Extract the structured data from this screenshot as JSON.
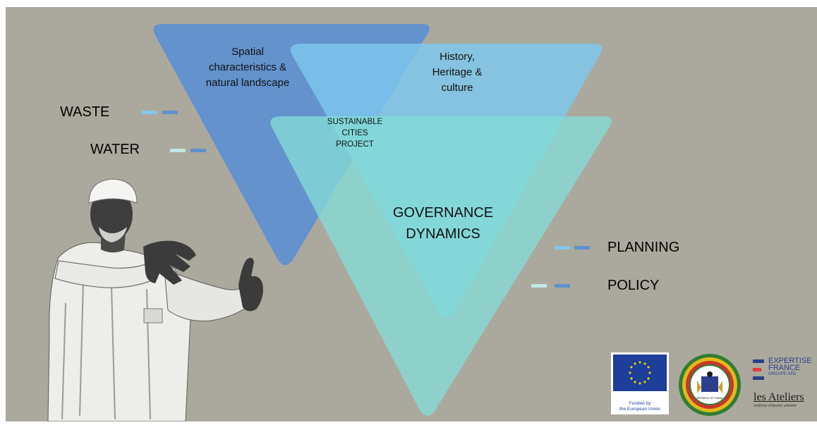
{
  "diagram": {
    "triangles": {
      "spatial": {
        "lines": [
          "Spatial",
          "characteristics &",
          "natural landscape"
        ],
        "color": "#5f90cf"
      },
      "history": {
        "lines": [
          "History,",
          "Heritage &",
          "culture"
        ],
        "color": "#74bfe9"
      },
      "governance": {
        "lines": [
          "GOVERNANCE",
          "DYNAMICS"
        ],
        "color": "#7fd8d5"
      }
    },
    "center": {
      "lines": [
        "SUSTAINABLE",
        "CITIES",
        "PROJECT"
      ]
    }
  },
  "side_labels": {
    "left": [
      "WASTE",
      "WATER"
    ],
    "right": [
      "PLANNING",
      "POLICY"
    ]
  },
  "colors": {
    "background": "#aba99d",
    "dash_light_blue": "#84c8ea",
    "dash_blue": "#5f90cf",
    "dash_mint": "#bfe8e4"
  },
  "logos": {
    "eu_caption_lines": [
      "Funded by",
      "the European Union"
    ],
    "expertise_france": {
      "lines": [
        "EXPERTISE",
        "FRANCE"
      ],
      "sub": "GROUPE AFD"
    },
    "ateliers": {
      "name": "les Ateliers",
      "tagline": "maîtrise d'œuvre urbaine"
    },
    "seal": {
      "text": "REPUBLIC OF GHANA"
    }
  },
  "photo": {
    "subject": "elderly-man-gesturing"
  }
}
